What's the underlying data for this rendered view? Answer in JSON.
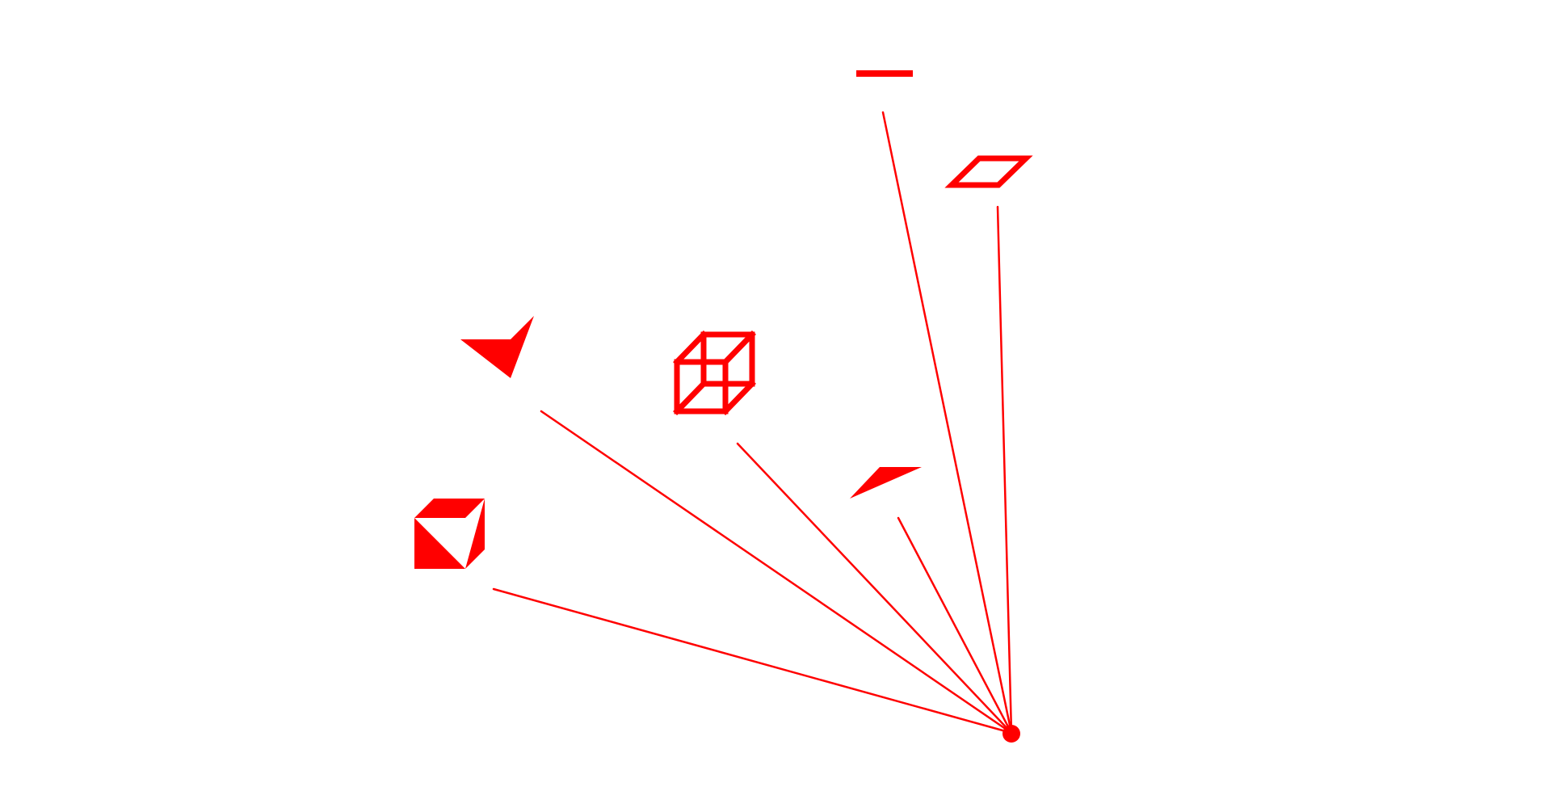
{
  "diagram": {
    "accent_color": "#ff0000",
    "background_color": "#ffffff",
    "origin": {
      "name": "focal-point"
    },
    "figures": [
      {
        "id": "horizontal-bar",
        "label_icon": "line-segment-icon",
        "style": "solid"
      },
      {
        "id": "parallelogram",
        "label_icon": "parallelogram-outline-icon",
        "style": "outline"
      },
      {
        "id": "wire-cube",
        "label_icon": "wireframe-cube-icon",
        "style": "outline"
      },
      {
        "id": "arrow-wedge",
        "label_icon": "wedge-arrow-icon",
        "style": "solid"
      },
      {
        "id": "flat-wedge",
        "label_icon": "flat-wedge-icon",
        "style": "solid"
      },
      {
        "id": "folded-square",
        "label_icon": "folded-square-icon",
        "style": "solid"
      }
    ]
  }
}
